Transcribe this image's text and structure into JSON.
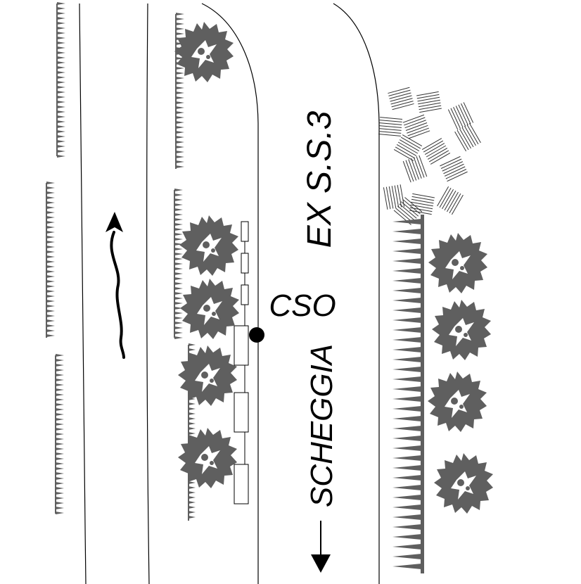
{
  "labels": {
    "road_name": "EX S.S.3",
    "point_name": "CSO",
    "direction_name": "SCHEGGIA"
  },
  "colors": {
    "line": "#000000",
    "symbol_fill": "#5f5f5f",
    "hatch": "#333333",
    "background": "#ffffff"
  },
  "symbols": {
    "tree": "tree-icon",
    "embankment": "embankment-hatch",
    "rock": "rock-hatch-icon",
    "barrier": "guardrail-icon",
    "point": "measurement-point-icon",
    "flow": "flow-arrow-icon",
    "direction": "direction-arrow-icon"
  }
}
